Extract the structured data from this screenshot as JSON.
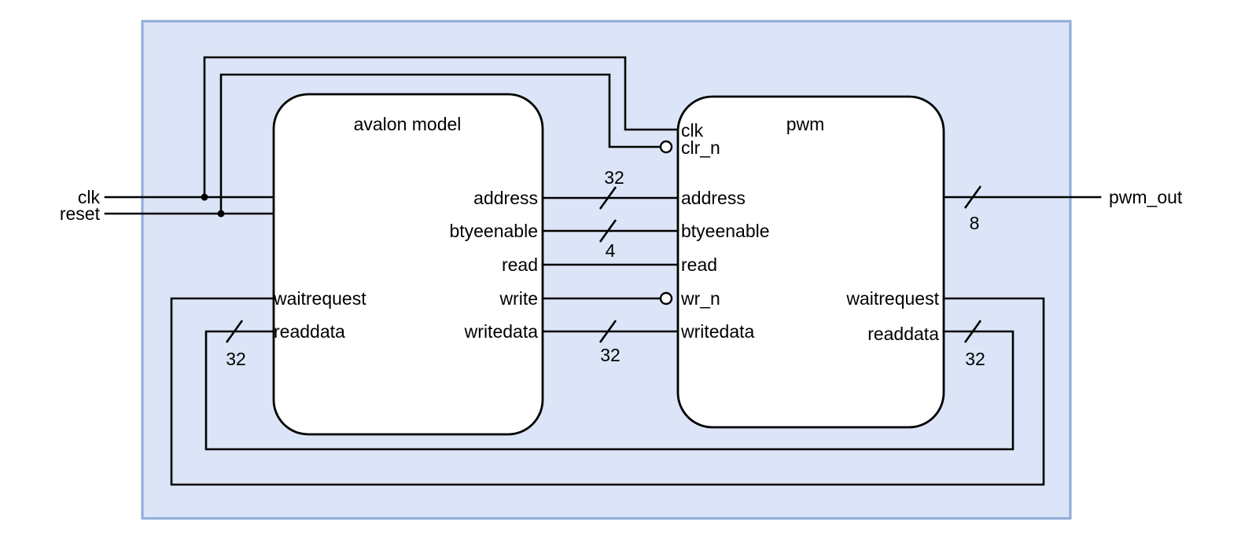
{
  "figure": {
    "kind": "block-diagram",
    "background_color": "#ffffff",
    "system_fill": "#dbe5f7",
    "system_border": "#8ea9d8",
    "block_fill": "#ffffff",
    "wire_color": "#000000"
  },
  "external_ports": {
    "inputs": [
      {
        "name": "clk",
        "label": "clk"
      },
      {
        "name": "reset",
        "label": "reset"
      }
    ],
    "outputs": [
      {
        "name": "pwm_out",
        "label": "pwm_out",
        "width_label": "8"
      }
    ]
  },
  "blocks": [
    {
      "id": "avalon",
      "title": "avalon model",
      "left_pins": [
        {
          "label": "waitrequest",
          "inverted": false
        },
        {
          "label": "readdata",
          "inverted": false,
          "width_label": "32"
        }
      ],
      "right_pins": [
        {
          "label": "address",
          "inverted": false,
          "width_label": "32"
        },
        {
          "label": "btyeenable",
          "inverted": false,
          "width_label": "4"
        },
        {
          "label": "read",
          "inverted": false
        },
        {
          "label": "write",
          "inverted": false
        },
        {
          "label": "writedata",
          "inverted": false,
          "width_label": "32"
        }
      ]
    },
    {
      "id": "pwm",
      "title": "pwm",
      "left_pins": [
        {
          "label": "clk",
          "inverted": false
        },
        {
          "label": "clr_n",
          "inverted": true
        },
        {
          "label": "address",
          "inverted": false
        },
        {
          "label": "btyeenable",
          "inverted": false
        },
        {
          "label": "read",
          "inverted": false
        },
        {
          "label": "wr_n",
          "inverted": true
        },
        {
          "label": "writedata",
          "inverted": false
        }
      ],
      "right_pins": [
        {
          "label": "waitrequest",
          "inverted": false
        },
        {
          "label": "readdata",
          "inverted": false,
          "width_label": "32"
        }
      ]
    }
  ],
  "bus_width_labels": {
    "address_bus": "32",
    "byteenable_bus": "4",
    "writedata_bus": "32",
    "avalon_readdata_bus": "32",
    "pwm_readdata_bus": "32",
    "pwm_out_bus": "8"
  }
}
